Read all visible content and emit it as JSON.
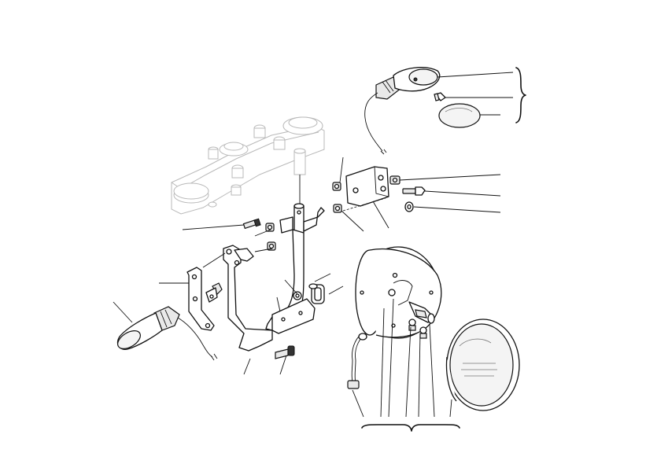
{
  "diagram": {
    "kind": "exploded-parts-view",
    "labels": [],
    "groups": [
      {
        "id": "front-turn-signal-right-group",
        "items": [
          "lens",
          "bulb",
          "indicator-body"
        ]
      },
      {
        "id": "headlight-group",
        "items": [
          "headlight-housing",
          "bulb",
          "connector",
          "lens",
          "wiring"
        ]
      }
    ]
  }
}
